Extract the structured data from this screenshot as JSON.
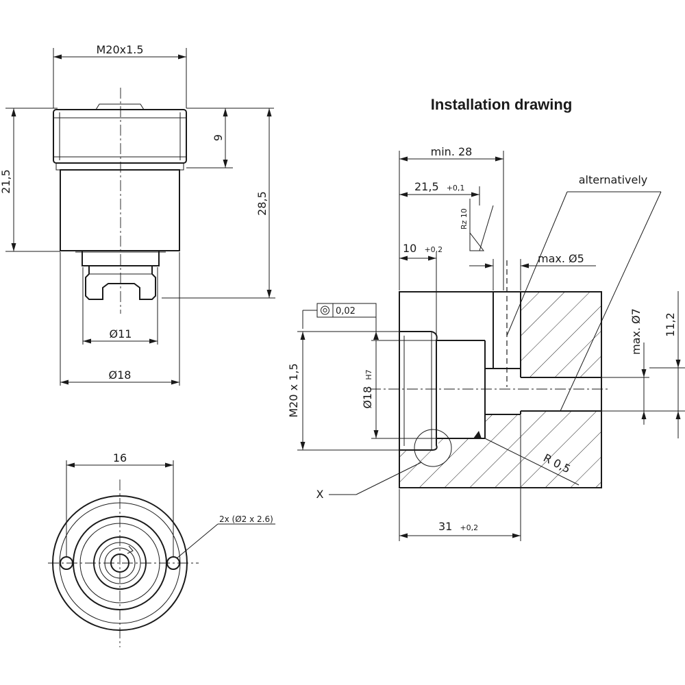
{
  "title": "Installation drawing",
  "side_view": {
    "thread": "M20x1.5",
    "height_body": "21,5",
    "height_total": "28,5",
    "hex_height": "9",
    "diam_small": "Ø11",
    "diam_body": "Ø18"
  },
  "bottom_view": {
    "width": "16",
    "holes_note": "2x (Ø2 x 2.6)"
  },
  "install": {
    "min_depth": "min. 28",
    "depth_thread": "21,5",
    "depth_thread_tol": "+0,1",
    "roughness": "Rz 10",
    "depth_counterbore": "10",
    "depth_counterbore_tol": "+0,2",
    "max_bore_top": "max. Ø5",
    "alternatively": "alternatively",
    "concentricity_value": "0,02",
    "thread_label": "M20 x 1,5",
    "bore_diam": "Ø18",
    "bore_tol": "H7",
    "max_bore_side": "max. Ø7",
    "offset": "11,2",
    "radius": "R 0,5",
    "detail": "X",
    "total_length": "31",
    "total_length_tol": "+0,2"
  }
}
